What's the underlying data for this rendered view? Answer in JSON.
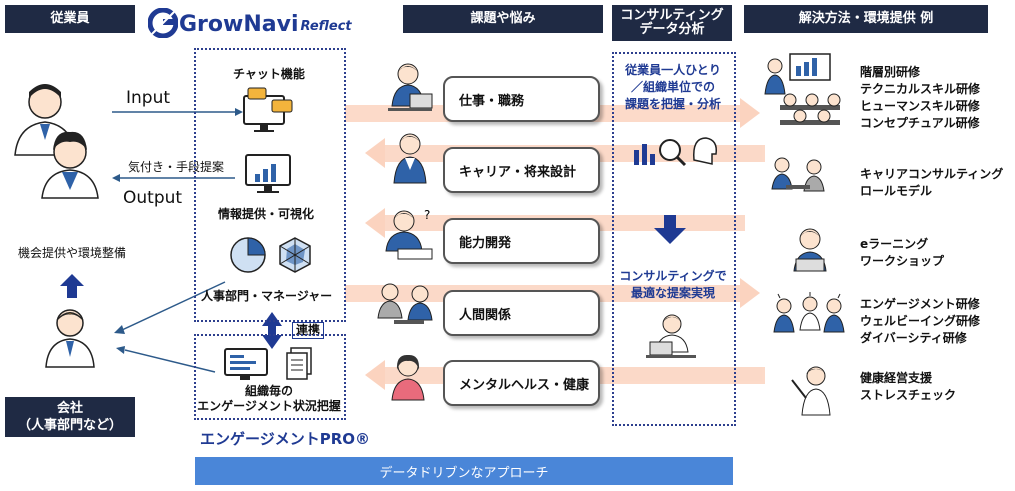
{
  "headers": {
    "employee": "従業員",
    "issues": "課題や悩み",
    "consulting": "コンサルティング\nデータ分析",
    "solutions": "解決方法・環境提供 例"
  },
  "logo": {
    "main": "GrowNavi",
    "sub": "Reflect"
  },
  "left": {
    "input": "Input",
    "output": "Output",
    "insight": "気付き・手段提案",
    "opportunity": "機会提供や環境整備",
    "company": "会社\n（人事部門など）"
  },
  "grownavi_box": {
    "chat": "チャット機能",
    "info": "情報提供・可視化",
    "hr": "人事部門・マネージャー"
  },
  "link_label": "連携",
  "engagement_box": {
    "label": "組織毎の\nエンゲージメント状況把握"
  },
  "engagement_brand": "エンゲージメントPRO®",
  "issues": [
    "仕事・職務",
    "キャリア・将来設計",
    "能力開発",
    "人間関係",
    "メンタルヘルス・健康"
  ],
  "consulting_box": {
    "top": "従業員一人ひとり\n／組織単位での\n課題を把握・分析",
    "bottom": "コンサルティングで\n最適な提案実現"
  },
  "solutions": [
    "階層別研修\nテクニカルスキル研修\nヒューマンスキル研修\nコンセプチュアル研修",
    "キャリアコンサルティング\nロールモデル",
    "eラーニング\nワークショップ",
    "エンゲージメント研修\nウェルビーイング研修\nダイバーシティ研修",
    "健康経営支援\nストレスチェック"
  ],
  "footer": "データドリブンなアプローチ",
  "colors": {
    "navy": "#1f2a44",
    "blue": "#1f3a93",
    "band": "#f8cbb4",
    "footer": "#4a86d8",
    "brand": "#1f3a93"
  }
}
